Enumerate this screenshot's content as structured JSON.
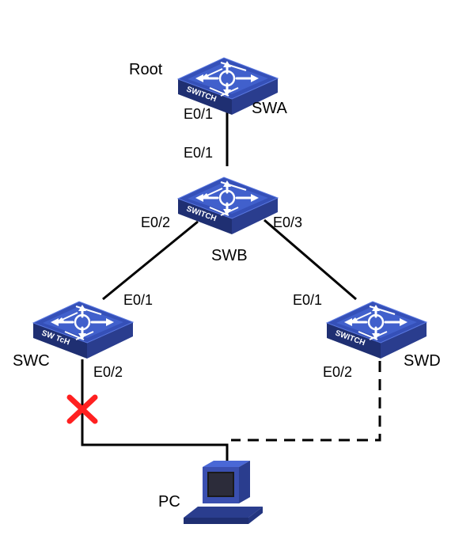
{
  "colors": {
    "switch_top": "#3550b8",
    "switch_top_light": "#4a68d6",
    "switch_side": "#2a3d8e",
    "switch_front": "#1f2f72",
    "arrow": "#ffffff",
    "link": "#000000",
    "blocked_mark": "#ff2020",
    "pc_body": "#3a4fb0",
    "pc_screen": "#1a1a1a"
  },
  "devices": {
    "swa": {
      "name": "SWA",
      "role_label": "Root",
      "badge": "SWITCH",
      "icon": "switch-icon"
    },
    "swb": {
      "name": "SWB",
      "badge": "SWITCH",
      "icon": "switch-icon"
    },
    "swc": {
      "name": "SWC",
      "badge": "SW TcH",
      "icon": "switch-icon"
    },
    "swd": {
      "name": "SWD",
      "badge": "SWITCH",
      "icon": "switch-icon"
    },
    "pc": {
      "name": "PC",
      "icon": "pc-icon"
    }
  },
  "ports": {
    "swa_e01": "E0/1",
    "swb_e01": "E0/1",
    "swb_e02": "E0/2",
    "swb_e03": "E0/3",
    "swc_e01": "E0/1",
    "swc_e02": "E0/2",
    "swd_e01": "E0/1",
    "swd_e02": "E0/2"
  },
  "links": [
    {
      "from": "SWA",
      "to": "SWB",
      "style": "solid"
    },
    {
      "from": "SWB",
      "to": "SWC",
      "style": "solid"
    },
    {
      "from": "SWB",
      "to": "SWD",
      "style": "solid"
    },
    {
      "from": "SWC",
      "to": "PC",
      "style": "solid",
      "blocked": true
    },
    {
      "from": "SWD",
      "to": "PC",
      "style": "dashed"
    }
  ]
}
